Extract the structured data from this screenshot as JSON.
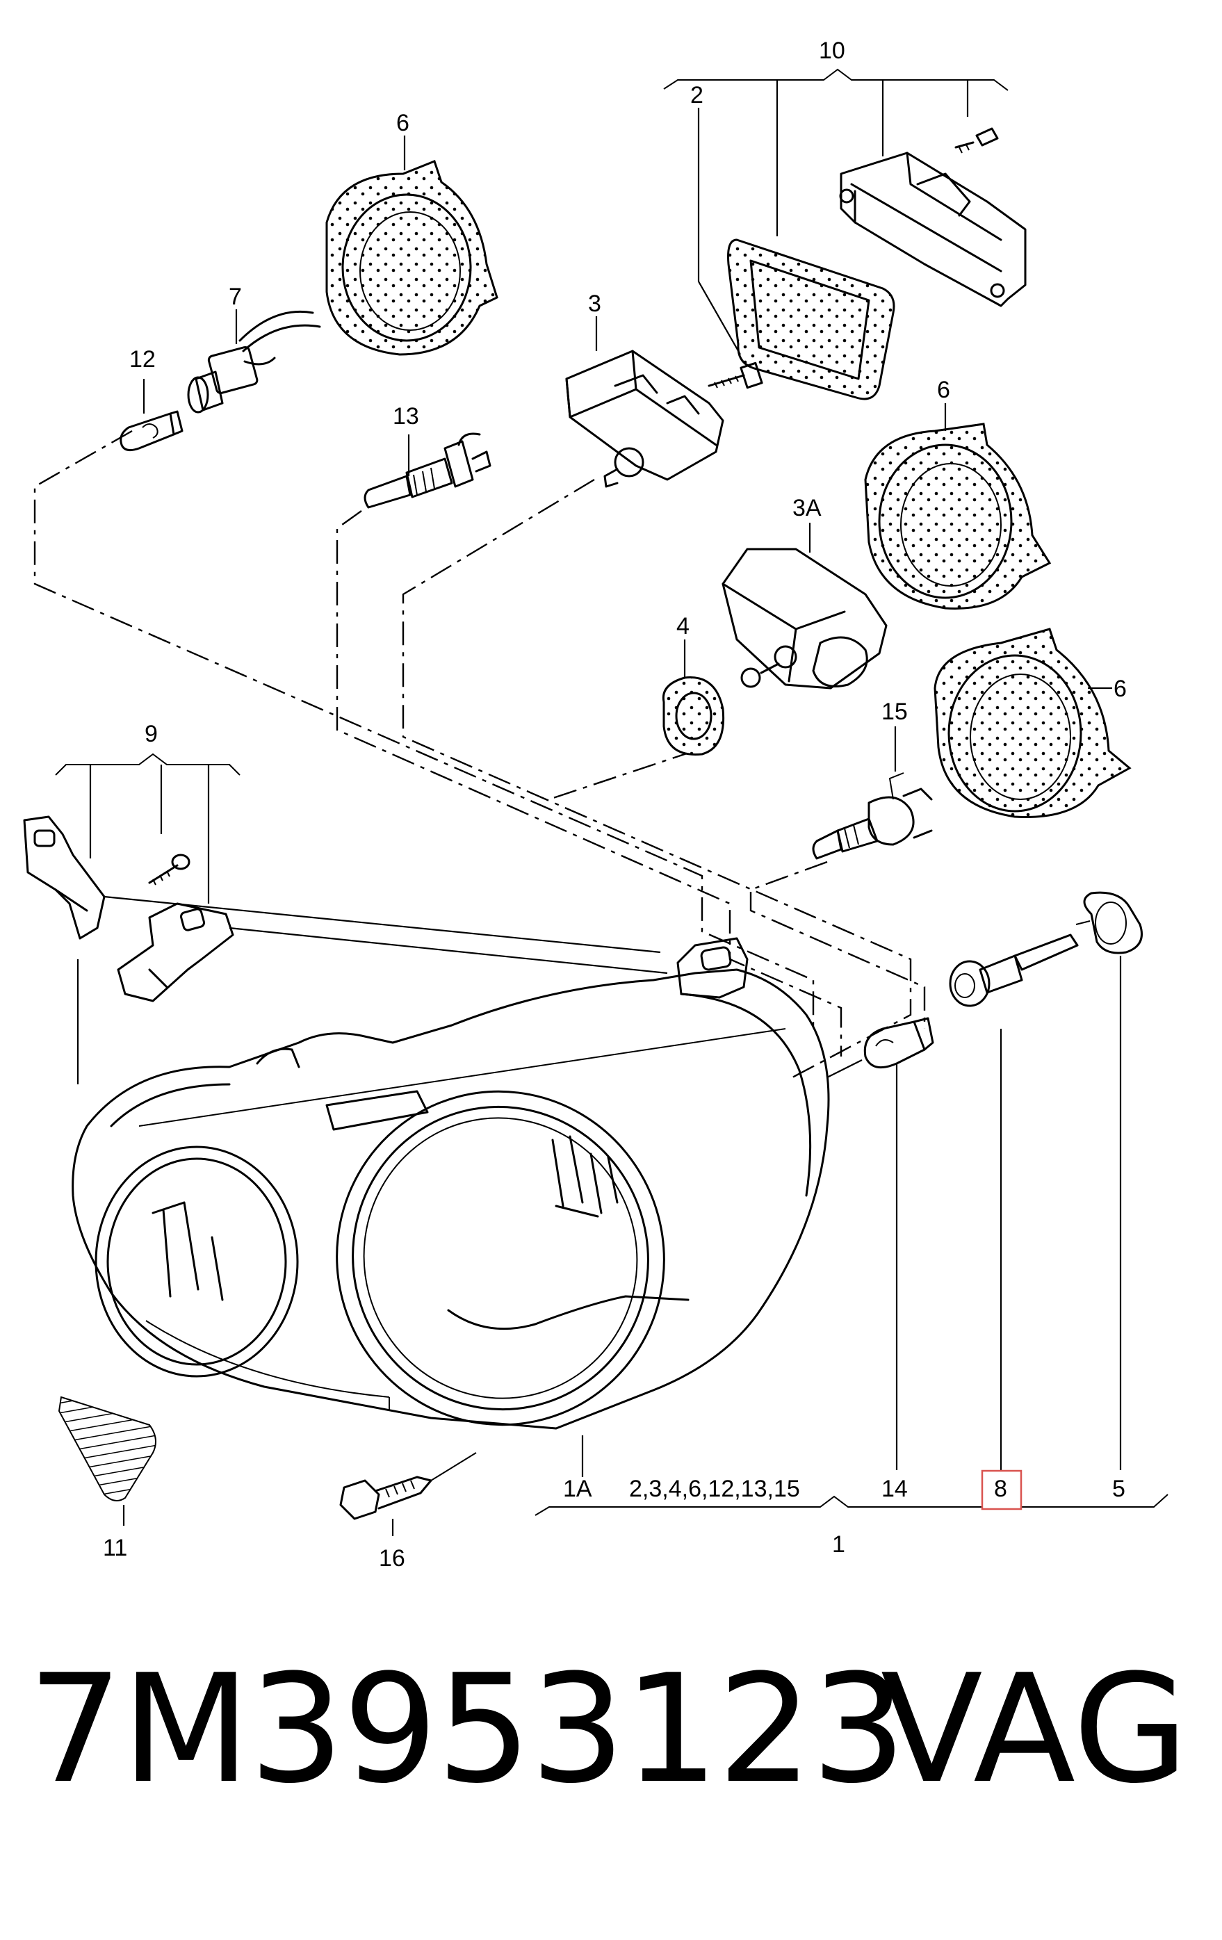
{
  "callouts": {
    "c1": "1",
    "c1A": "1A",
    "c2": "2",
    "c3": "3",
    "c3A": "3A",
    "c4": "4",
    "c5": "5",
    "c6a": "6",
    "c6b": "6",
    "c6c": "6",
    "c7": "7",
    "c8": "8",
    "c9": "9",
    "c10": "10",
    "c11": "11",
    "c12": "12",
    "c13": "13",
    "c14": "14",
    "c15": "15",
    "c16": "16",
    "group": "2,3,4,6,12,13,15"
  },
  "highlighted_callout": "8",
  "footer": {
    "part_number": "7M3953123",
    "brand": "VAG"
  }
}
